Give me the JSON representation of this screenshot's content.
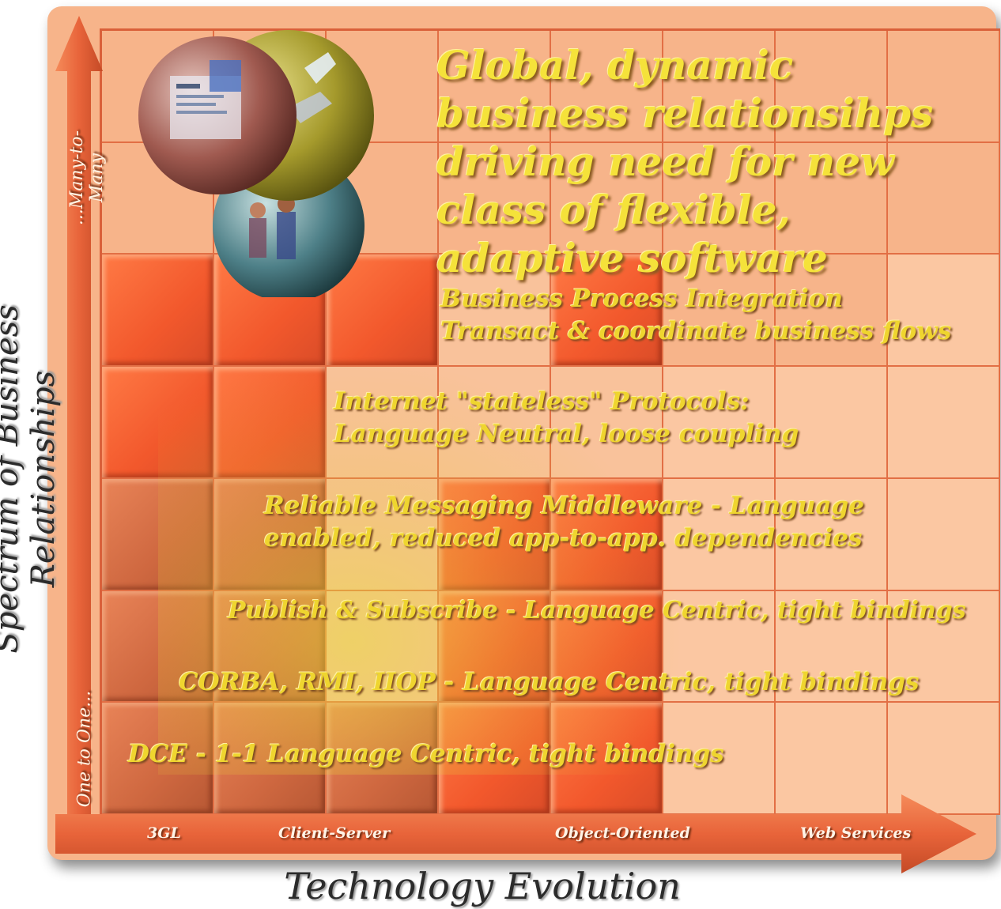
{
  "headline": "Global, dynamic business relationsihps driving need for new class of flexible, adaptive software",
  "bands": [
    {
      "line1": "Business Process Integration",
      "line2": "Transact & coordinate business flows"
    },
    {
      "line1": "Internet \"stateless\" Protocols:",
      "line2": "Language Neutral, loose coupling"
    },
    {
      "line1": "Reliable Messaging Middleware - Language",
      "line2": "enabled, reduced app-to-app. dependencies"
    },
    {
      "line1": "Publish & Subscribe - Language Centric, tight bindings"
    },
    {
      "line1": "CORBA, RMI, IIOP - Language Centric, tight bindings"
    },
    {
      "line1": "DCE - 1-1 Language Centric, tight bindings"
    }
  ],
  "x_axis": {
    "title": "Technology Evolution",
    "ticks": [
      "3GL",
      "Client-Server",
      "Object-Oriented",
      "Web Services"
    ]
  },
  "y_axis": {
    "title": "Spectrum of Business Relationships",
    "top_label": "...Many-to-Many",
    "bottom_label": "One to One..."
  },
  "colors": {
    "board": "#f7b48a",
    "tile_hot": "#f2582c",
    "tile_light": "#fbc7a2",
    "arrow": "#e8643a",
    "text_yellow": "#efd52f"
  },
  "illustration": {
    "icons": [
      "sphere-screen-icon",
      "sphere-satellite-icon",
      "sphere-people-icon"
    ]
  }
}
